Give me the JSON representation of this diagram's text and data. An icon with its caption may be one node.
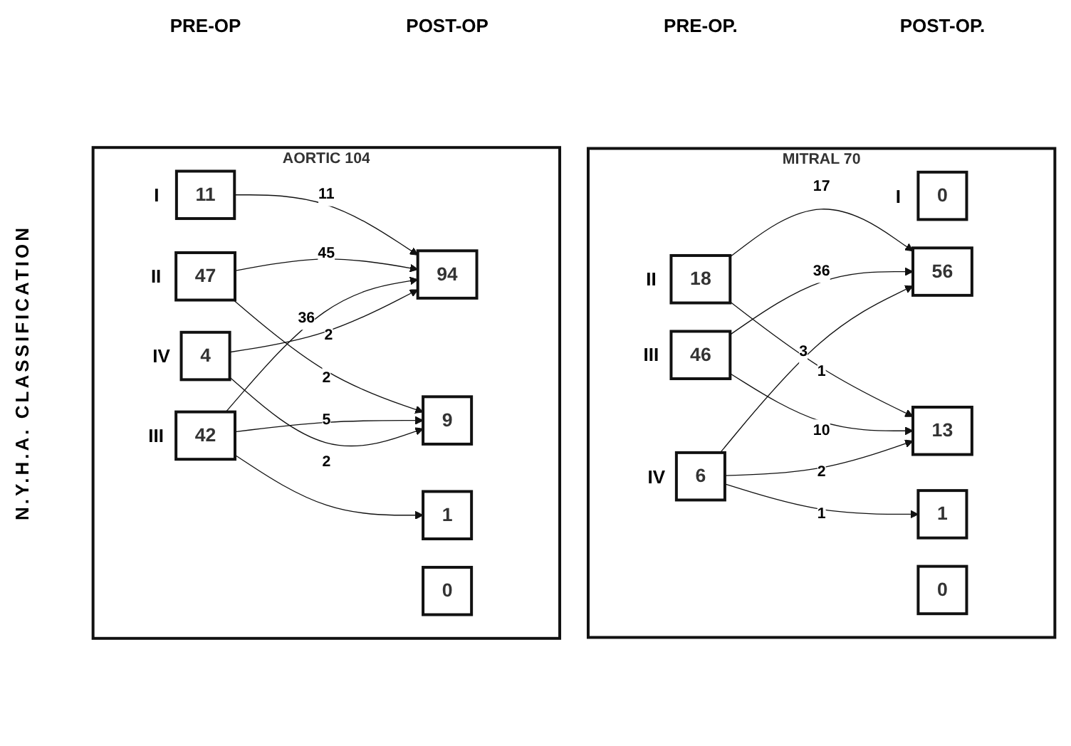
{
  "diagram": {
    "nodes": [
      {
        "text": [
          "AORTIC 104"
        ]
      },
      {
        "text": [
          "11"
        ],
        "in": 0
      },
      {
        "text": [
          "47"
        ],
        "in": 0
      },
      {
        "text": [
          "42"
        ],
        "in": 0
      },
      {
        "text": [
          "4"
        ],
        "in": 0
      },
      {
        "text": [
          "94"
        ],
        "in": 0
      },
      {
        "text": [
          "9"
        ],
        "in": 0
      },
      {
        "text": [
          "1"
        ],
        "in": 0
      },
      {
        "text": [
          "0"
        ],
        "in": 0
      },
      {
        "text": [
          "MITRAL 70"
        ]
      },
      {
        "text": [
          "0"
        ],
        "in": 9
      },
      {
        "text": [
          "18"
        ],
        "in": 9
      },
      {
        "text": [
          "46"
        ],
        "in": 9
      },
      {
        "text": [
          "6"
        ],
        "in": 9
      },
      {
        "text": [
          "56"
        ],
        "in": 9
      },
      {
        "text": [
          "13"
        ],
        "in": 9
      },
      {
        "text": [
          "1"
        ],
        "in": 9
      },
      {
        "text": [
          "0"
        ],
        "in": 9
      }
    ],
    "edges": [
      {
        "from": 1,
        "to": 5,
        "arrow": "to",
        "label": "11"
      },
      {
        "from": 2,
        "to": 5,
        "arrow": "to",
        "label": "45"
      },
      {
        "from": 2,
        "to": 6,
        "arrow": "to",
        "label": "2"
      },
      {
        "from": 3,
        "to": 5,
        "arrow": "to",
        "label": "36"
      },
      {
        "from": 3,
        "to": 6,
        "arrow": "to",
        "label": "5"
      },
      {
        "from": 3,
        "to": 7,
        "arrow": "to"
      },
      {
        "from": 4,
        "to": 5,
        "arrow": "to",
        "label": "2"
      },
      {
        "from": 4,
        "to": 6,
        "arrow": "to",
        "label": "2"
      },
      {
        "from": 11,
        "to": 14,
        "arrow": "to",
        "label": "17"
      },
      {
        "from": 11,
        "to": 15,
        "arrow": "to",
        "label": "1"
      },
      {
        "from": 12,
        "to": 14,
        "arrow": "to",
        "label": "36"
      },
      {
        "from": 12,
        "to": 15,
        "arrow": "to",
        "label": "10"
      },
      {
        "from": 13,
        "to": 14,
        "arrow": "to",
        "label": "3"
      },
      {
        "from": 13,
        "to": 15,
        "arrow": "to",
        "label": "2"
      },
      {
        "from": 13,
        "to": 16,
        "arrow": "to",
        "label": "1"
      }
    ],
    "labels": [
      "PRE-OP",
      "POST-OP",
      "PRE-OP.",
      "POST-OP.",
      "N.Y.H.A. CLASSIFICATION",
      "I",
      "II",
      "III",
      "IV",
      "I",
      "II",
      "III",
      "IV"
    ]
  }
}
